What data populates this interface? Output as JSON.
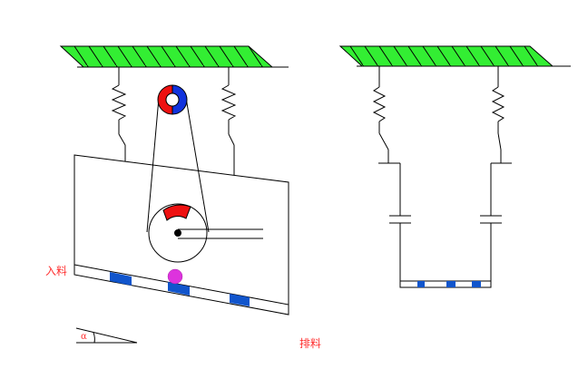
{
  "labels": {
    "feed_in": "入料",
    "discharge": "排料",
    "angle": "α"
  },
  "colors": {
    "beam_fill": "#33ee33",
    "line": "#000000",
    "label": "#ff3030",
    "rotor_red": "#ee1111",
    "rotor_blue": "#1133dd",
    "screen_hole": "#1155cc",
    "particle": "#dd33dd"
  }
}
